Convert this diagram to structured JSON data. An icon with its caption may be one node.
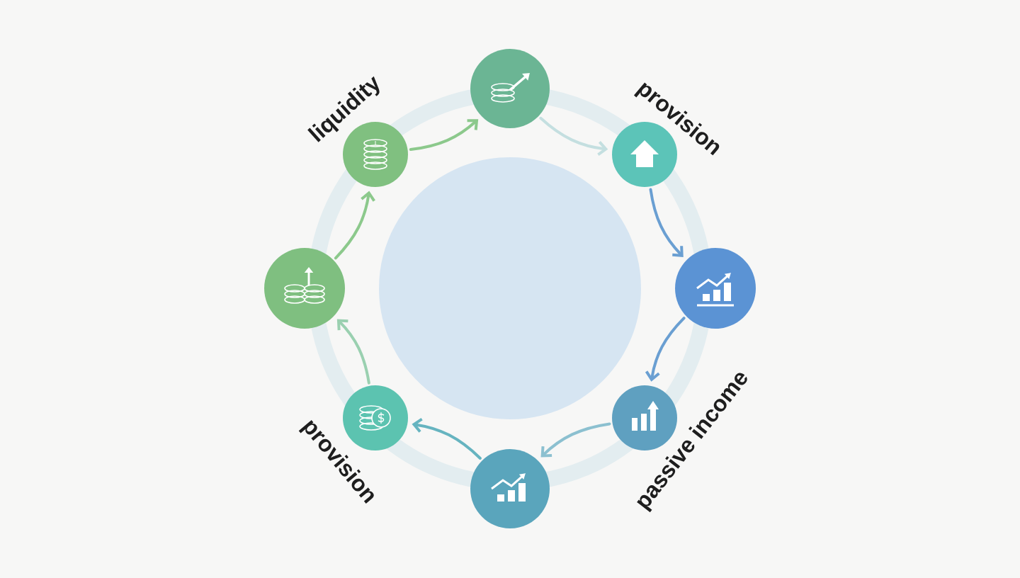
{
  "diagram": {
    "nodes": [
      {
        "text": [],
        "shape": "circle"
      },
      {
        "text": [],
        "shape": "circle"
      },
      {
        "text": [],
        "shape": "circle"
      },
      {
        "text": [],
        "shape": "circle"
      },
      {
        "text": [],
        "shape": "circle"
      },
      {
        "text": [],
        "shape": "circle"
      },
      {
        "text": [],
        "shape": "circle"
      },
      {
        "text": [],
        "shape": "circle"
      }
    ],
    "edges": [
      {
        "from": 6,
        "to": 7,
        "arrow": "to",
        "color": "#8cc98c"
      },
      {
        "from": 7,
        "to": 0,
        "arrow": "to",
        "color": "#8cc98c"
      },
      {
        "from": 0,
        "to": 1,
        "arrow": "to",
        "color": "#c4dfe0"
      },
      {
        "from": 1,
        "to": 2,
        "arrow": "to",
        "color": "#6a9fd2"
      },
      {
        "from": 2,
        "to": 3,
        "arrow": "to",
        "color": "#6a9fd2"
      },
      {
        "from": 3,
        "to": 4,
        "arrow": "to",
        "color": "#8cc0d0"
      },
      {
        "from": 4,
        "to": 5,
        "arrow": "to",
        "color": "#66b4c0"
      },
      {
        "from": 5,
        "to": 6,
        "arrow": "to",
        "color": "#9ad0b0"
      }
    ],
    "labels": [
      "liquidity",
      "provision",
      "passive income",
      "provision"
    ]
  }
}
